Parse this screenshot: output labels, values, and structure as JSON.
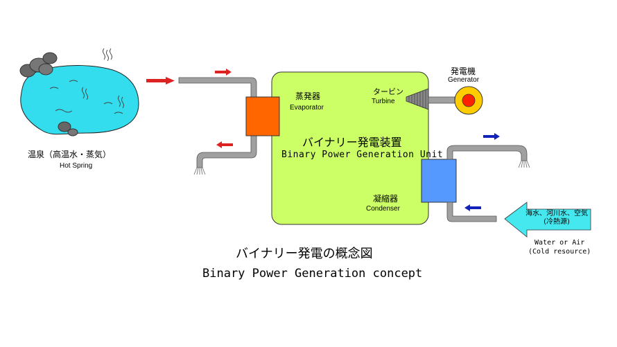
{
  "hot_spring": {
    "label_jp": "温泉（高温水・蒸気）",
    "label_en": "Hot Spring"
  },
  "evaporator": {
    "label_jp": "蒸発器",
    "label_en": "Evaporator"
  },
  "turbine": {
    "label_jp": "タービン",
    "label_en": "Turbine"
  },
  "generator": {
    "label_jp": "発電機",
    "label_en": "Generator"
  },
  "unit": {
    "label_jp": "バイナリー発電装置",
    "label_en": "Binary Power Generation Unit"
  },
  "condenser": {
    "label_jp": "凝縮器",
    "label_en": "Condenser"
  },
  "cold_source": {
    "arrow_text_line1": "海水、河川水、空気",
    "arrow_text_line2": "(冷熱源)",
    "label_en_line1": "Water or Air",
    "label_en_line2": "(Cold resource)"
  },
  "caption": {
    "title_jp": "バイナリー発電の概念図",
    "title_en": "Binary Power Generation concept"
  },
  "colors": {
    "water": "#33dded",
    "unit": "#ccff66",
    "evaporator": "#ff6600",
    "condenser": "#5599ff",
    "pipe": "#a0a0a0",
    "hot_arrow": "#dd2222",
    "cold_arrow": "#1122bb",
    "cold_source_arrow": "#44e8ee",
    "generator_outer": "#ffcc00",
    "generator_inner": "#ff2200"
  }
}
